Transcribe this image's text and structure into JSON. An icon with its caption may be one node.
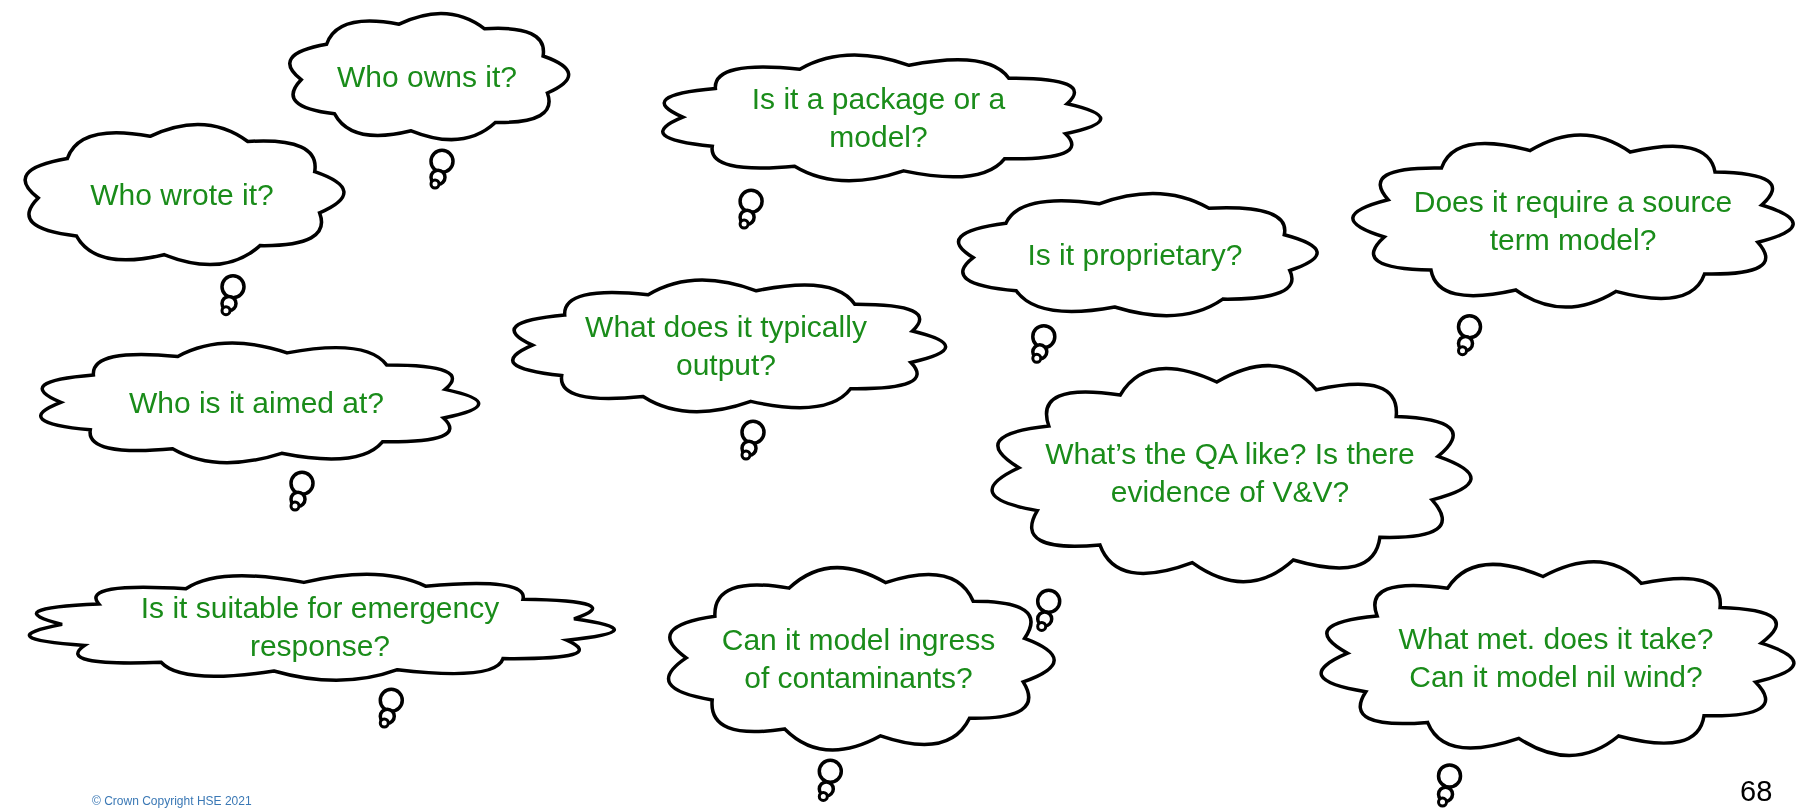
{
  "diagram": {
    "nodes": [
      {
        "text": [
          "Who owns it?"
        ]
      },
      {
        "text": [
          "Is it a package or a model?"
        ]
      },
      {
        "text": [
          "Who wrote it?"
        ]
      },
      {
        "text": [
          "Is it proprietary?"
        ]
      },
      {
        "text": [
          "Does it require a source term model?"
        ]
      },
      {
        "text": [
          "What does it typically output?"
        ]
      },
      {
        "text": [
          "Who is it aimed at?"
        ]
      },
      {
        "text": [
          "What’s the QA like? Is there evidence of V&V?"
        ]
      },
      {
        "text": [
          "Is it suitable for emergency response?"
        ]
      },
      {
        "text": [
          "Can it model ingress of contaminants?"
        ]
      },
      {
        "text": [
          "What met. does it take? Can it model nil wind?"
        ]
      }
    ],
    "edges": [],
    "labels": [
      "© Crown Copyright HSE 2021",
      "68"
    ]
  }
}
